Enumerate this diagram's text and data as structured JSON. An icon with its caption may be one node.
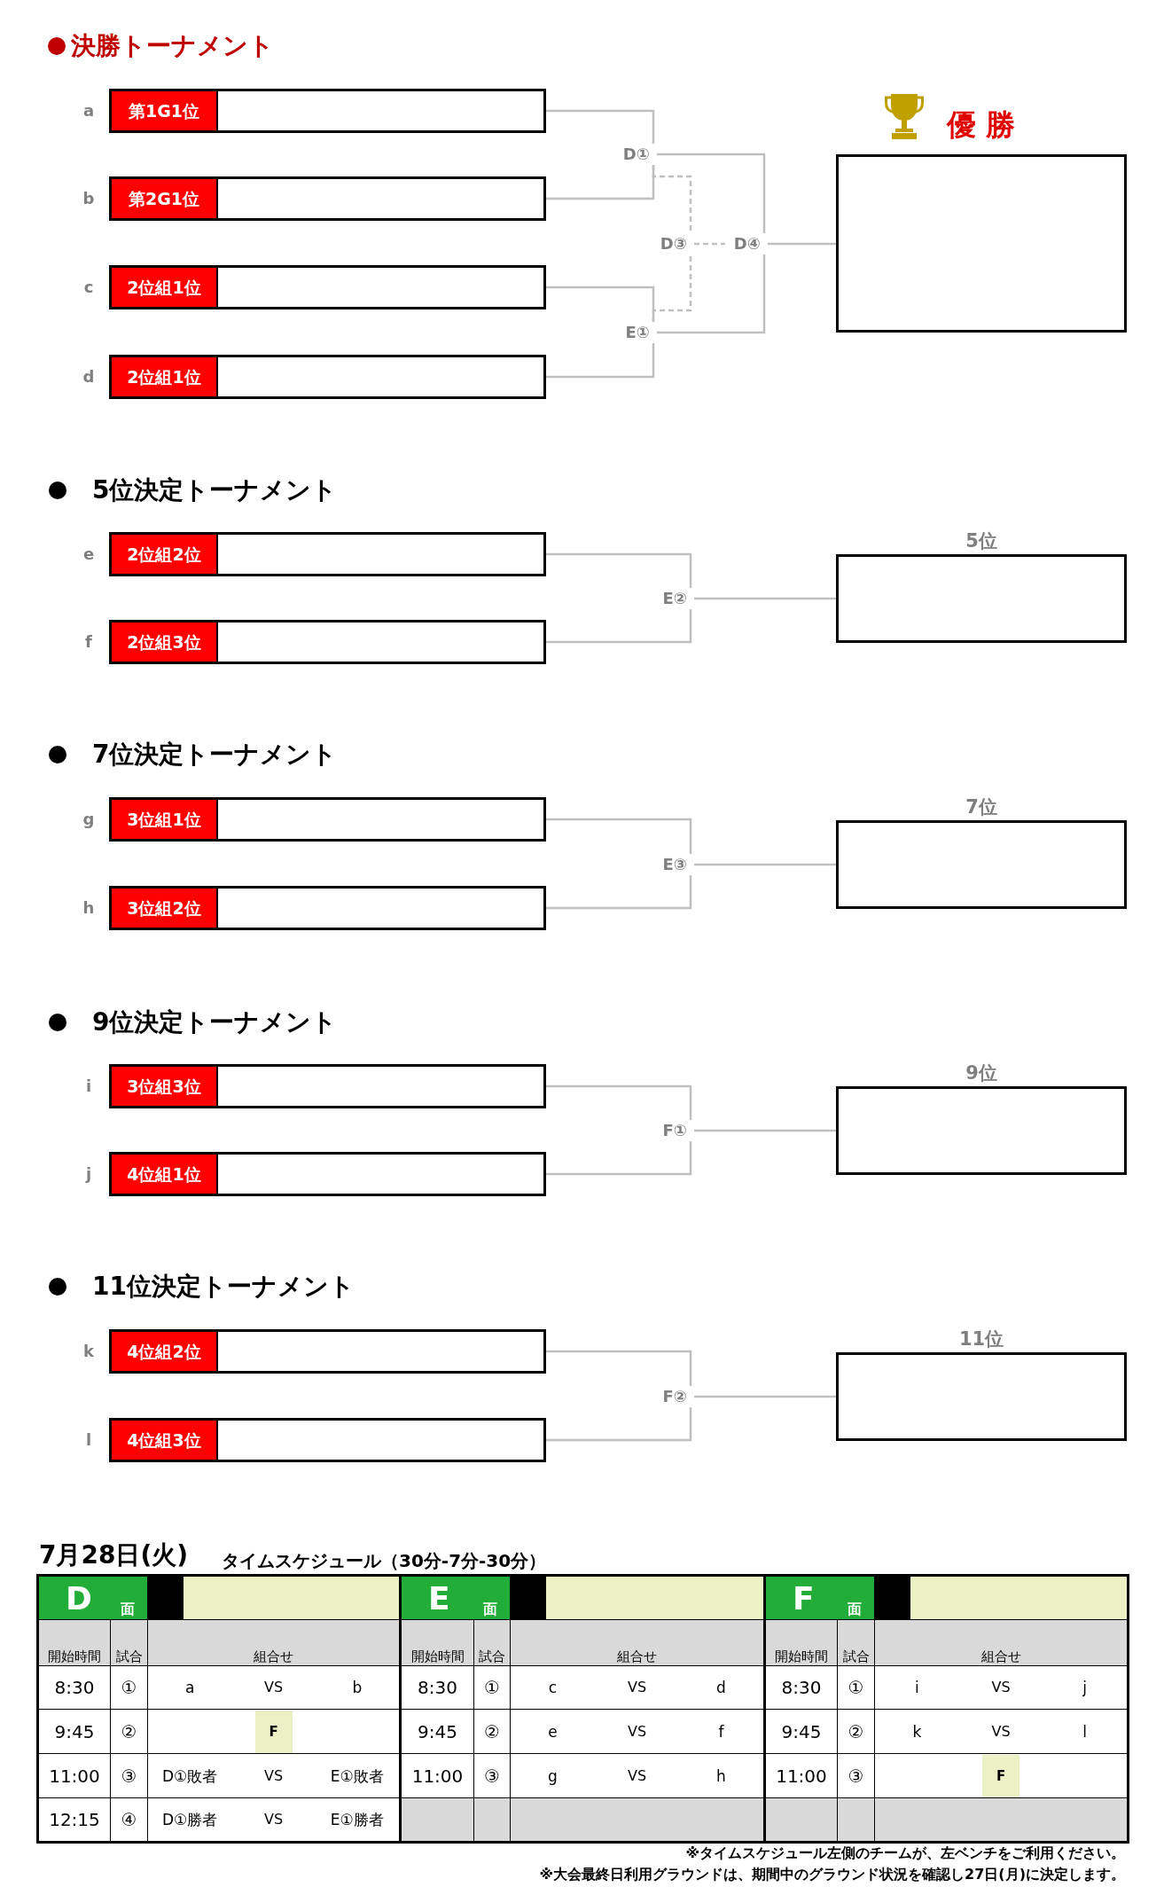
{
  "diagram": {
    "nodes": [
      {
        "text": [
          "第1G1位"
        ],
        "beside": [
          "a"
        ]
      },
      {
        "text": [
          "第2G1位"
        ],
        "beside": [
          "b"
        ]
      },
      {
        "text": [
          "2位組1位"
        ],
        "beside": [
          "c"
        ]
      },
      {
        "text": [
          "2位組1位"
        ],
        "beside": [
          "d"
        ]
      },
      {
        "text": [
          "D①"
        ]
      },
      {
        "text": [
          "E①"
        ]
      },
      {
        "text": [
          "D③"
        ]
      },
      {
        "text": [
          "D④"
        ]
      },
      {
        "text": [
          "優 勝"
        ]
      },
      {
        "text": [
          "2位組2位"
        ],
        "beside": [
          "e"
        ]
      },
      {
        "text": [
          "2位組3位"
        ],
        "beside": [
          "f"
        ]
      },
      {
        "text": [
          "E②"
        ]
      },
      {
        "text": [
          "5位"
        ]
      },
      {
        "text": [
          "3位組1位"
        ],
        "beside": [
          "g"
        ]
      },
      {
        "text": [
          "3位組2位"
        ],
        "beside": [
          "h"
        ]
      },
      {
        "text": [
          "E③"
        ]
      },
      {
        "text": [
          "7位"
        ]
      },
      {
        "text": [
          "3位組3位"
        ],
        "beside": [
          "i"
        ]
      },
      {
        "text": [
          "4位組1位"
        ],
        "beside": [
          "j"
        ]
      },
      {
        "text": [
          "F①"
        ]
      },
      {
        "text": [
          "9位"
        ]
      },
      {
        "text": [
          "4位組2位"
        ],
        "beside": [
          "k"
        ]
      },
      {
        "text": [
          "4位組3位"
        ],
        "beside": [
          "l"
        ]
      },
      {
        "text": [
          "F②"
        ]
      },
      {
        "text": [
          "11位"
        ]
      }
    ],
    "edges": [
      {
        "from": 0,
        "to": 4,
        "arrow": "none"
      },
      {
        "from": 1,
        "to": 4,
        "arrow": "none"
      },
      {
        "from": 2,
        "to": 5,
        "arrow": "none"
      },
      {
        "from": 3,
        "to": 5,
        "arrow": "none"
      },
      {
        "from": 4,
        "to": 7,
        "arrow": "none"
      },
      {
        "from": 5,
        "to": 7,
        "arrow": "none"
      },
      {
        "from": 4,
        "to": 6,
        "arrow": "none",
        "style": "dashed"
      },
      {
        "from": 5,
        "to": 6,
        "arrow": "none",
        "style": "dashed"
      },
      {
        "from": 6,
        "to": 7,
        "arrow": "none",
        "style": "dashed"
      },
      {
        "from": 7,
        "to": 8,
        "arrow": "none"
      },
      {
        "from": 9,
        "to": 11,
        "arrow": "none"
      },
      {
        "from": 10,
        "to": 11,
        "arrow": "none"
      },
      {
        "from": 11,
        "to": 12,
        "arrow": "none"
      },
      {
        "from": 13,
        "to": 15,
        "arrow": "none"
      },
      {
        "from": 14,
        "to": 15,
        "arrow": "none"
      },
      {
        "from": 15,
        "to": 16,
        "arrow": "none"
      },
      {
        "from": 17,
        "to": 19,
        "arrow": "none"
      },
      {
        "from": 18,
        "to": 19,
        "arrow": "none"
      },
      {
        "from": 19,
        "to": 20,
        "arrow": "none"
      },
      {
        "from": 21,
        "to": 23,
        "arrow": "none"
      },
      {
        "from": 22,
        "to": 23,
        "arrow": "none"
      },
      {
        "from": 23,
        "to": 24,
        "arrow": "none"
      }
    ],
    "labels": [
      "決勝トーナメント",
      "5位決定トーナメント",
      "7位決定トーナメント",
      "9位決定トーナメント",
      "11位決定トーナメント",
      "7月28日(火)",
      "タイムスケジュール（30分-7分-30分）",
      "D",
      "面",
      "E",
      "面",
      "F",
      "面",
      "開始時間",
      "試合",
      "組合せ",
      "開始時間",
      "試合",
      "組合せ",
      "開始時間",
      "試合",
      "組合せ",
      "8:30",
      "①",
      "a",
      "VS",
      "b",
      "8:30",
      "①",
      "c",
      "VS",
      "d",
      "8:30",
      "①",
      "i",
      "VS",
      "j",
      "9:45",
      "②",
      "F",
      "9:45",
      "②",
      "e",
      "VS",
      "f",
      "9:45",
      "②",
      "k",
      "VS",
      "l",
      "11:00",
      "③",
      "D①敗者",
      "VS",
      "E①敗者",
      "11:00",
      "③",
      "g",
      "VS",
      "h",
      "11:00",
      "③",
      "F",
      "12:15",
      "④",
      "D①勝者",
      "VS",
      "E①勝者",
      "※タイムスケジュール左側のチームが、左ベンチをご利用ください。",
      "※大会最終日利用グラウンドは、期間中のグラウンド状況を確認し27日(月)に決定します。"
    ]
  }
}
